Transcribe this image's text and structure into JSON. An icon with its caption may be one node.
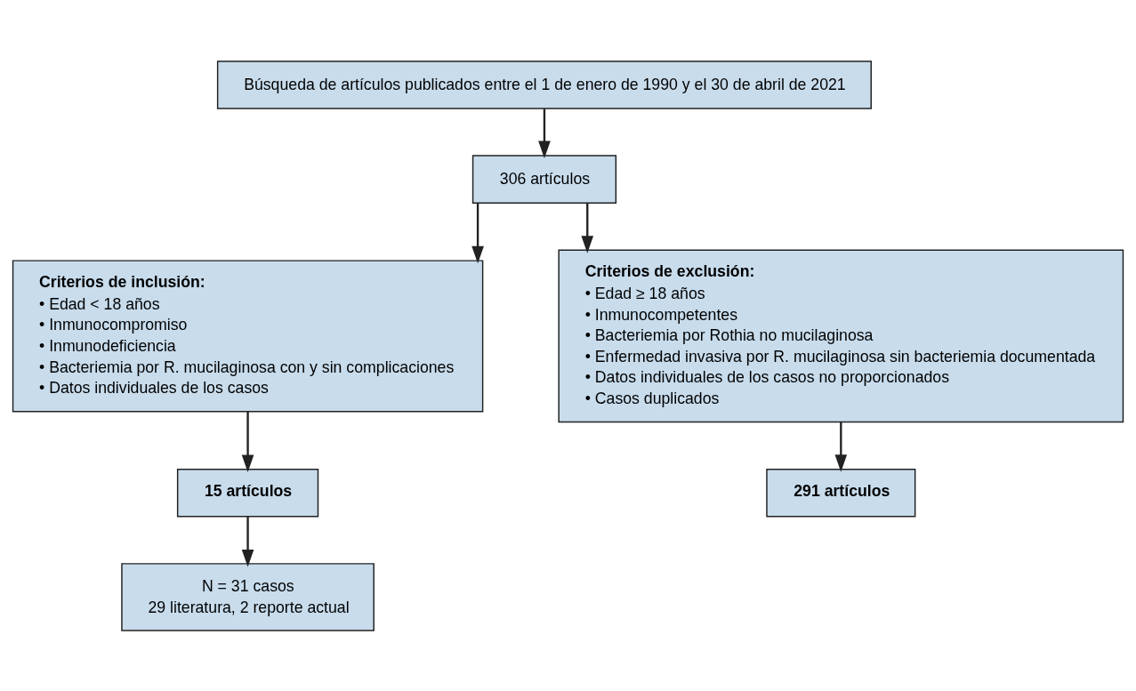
{
  "diagram": {
    "nodes": [
      {
        "text": [
          "Búsqueda de artículos publicados entre el 1 de enero de 1990 y el 30 de abril de 2021"
        ]
      },
      {
        "text": [
          "306 artículos"
        ]
      },
      {
        "text": [
          "Criterios de inclusión:",
          "• Edad < 18 años",
          "• Inmunocompromiso",
          "• Inmunodeficiencia",
          "• Bacteriemia por R. mucilaginosa con y sin complicaciones",
          "• Datos individuales de los casos"
        ]
      },
      {
        "text": [
          "Criterios de exclusión:",
          "• Edad ≥ 18 años",
          "• Inmunocompetentes",
          "• Bacteriemia por Rothia no mucilaginosa",
          "• Enfermedad invasiva por R. mucilaginosa sin bacteriemia documentada",
          "• Datos individuales de los casos no proporcionados",
          "• Casos duplicados"
        ]
      },
      {
        "text": [
          "15 artículos"
        ]
      },
      {
        "text": [
          "291 artículos"
        ]
      },
      {
        "text": [
          "N = 31 casos",
          "29 literatura, 2 reporte actual"
        ]
      }
    ],
    "edges": [
      {
        "from": 0,
        "to": 1,
        "arrow": "to"
      },
      {
        "from": 1,
        "to": 2,
        "arrow": "to"
      },
      {
        "from": 1,
        "to": 3,
        "arrow": "to"
      },
      {
        "from": 2,
        "to": 4,
        "arrow": "to"
      },
      {
        "from": 3,
        "to": 5,
        "arrow": "to"
      },
      {
        "from": 4,
        "to": 6,
        "arrow": "to"
      }
    ]
  }
}
